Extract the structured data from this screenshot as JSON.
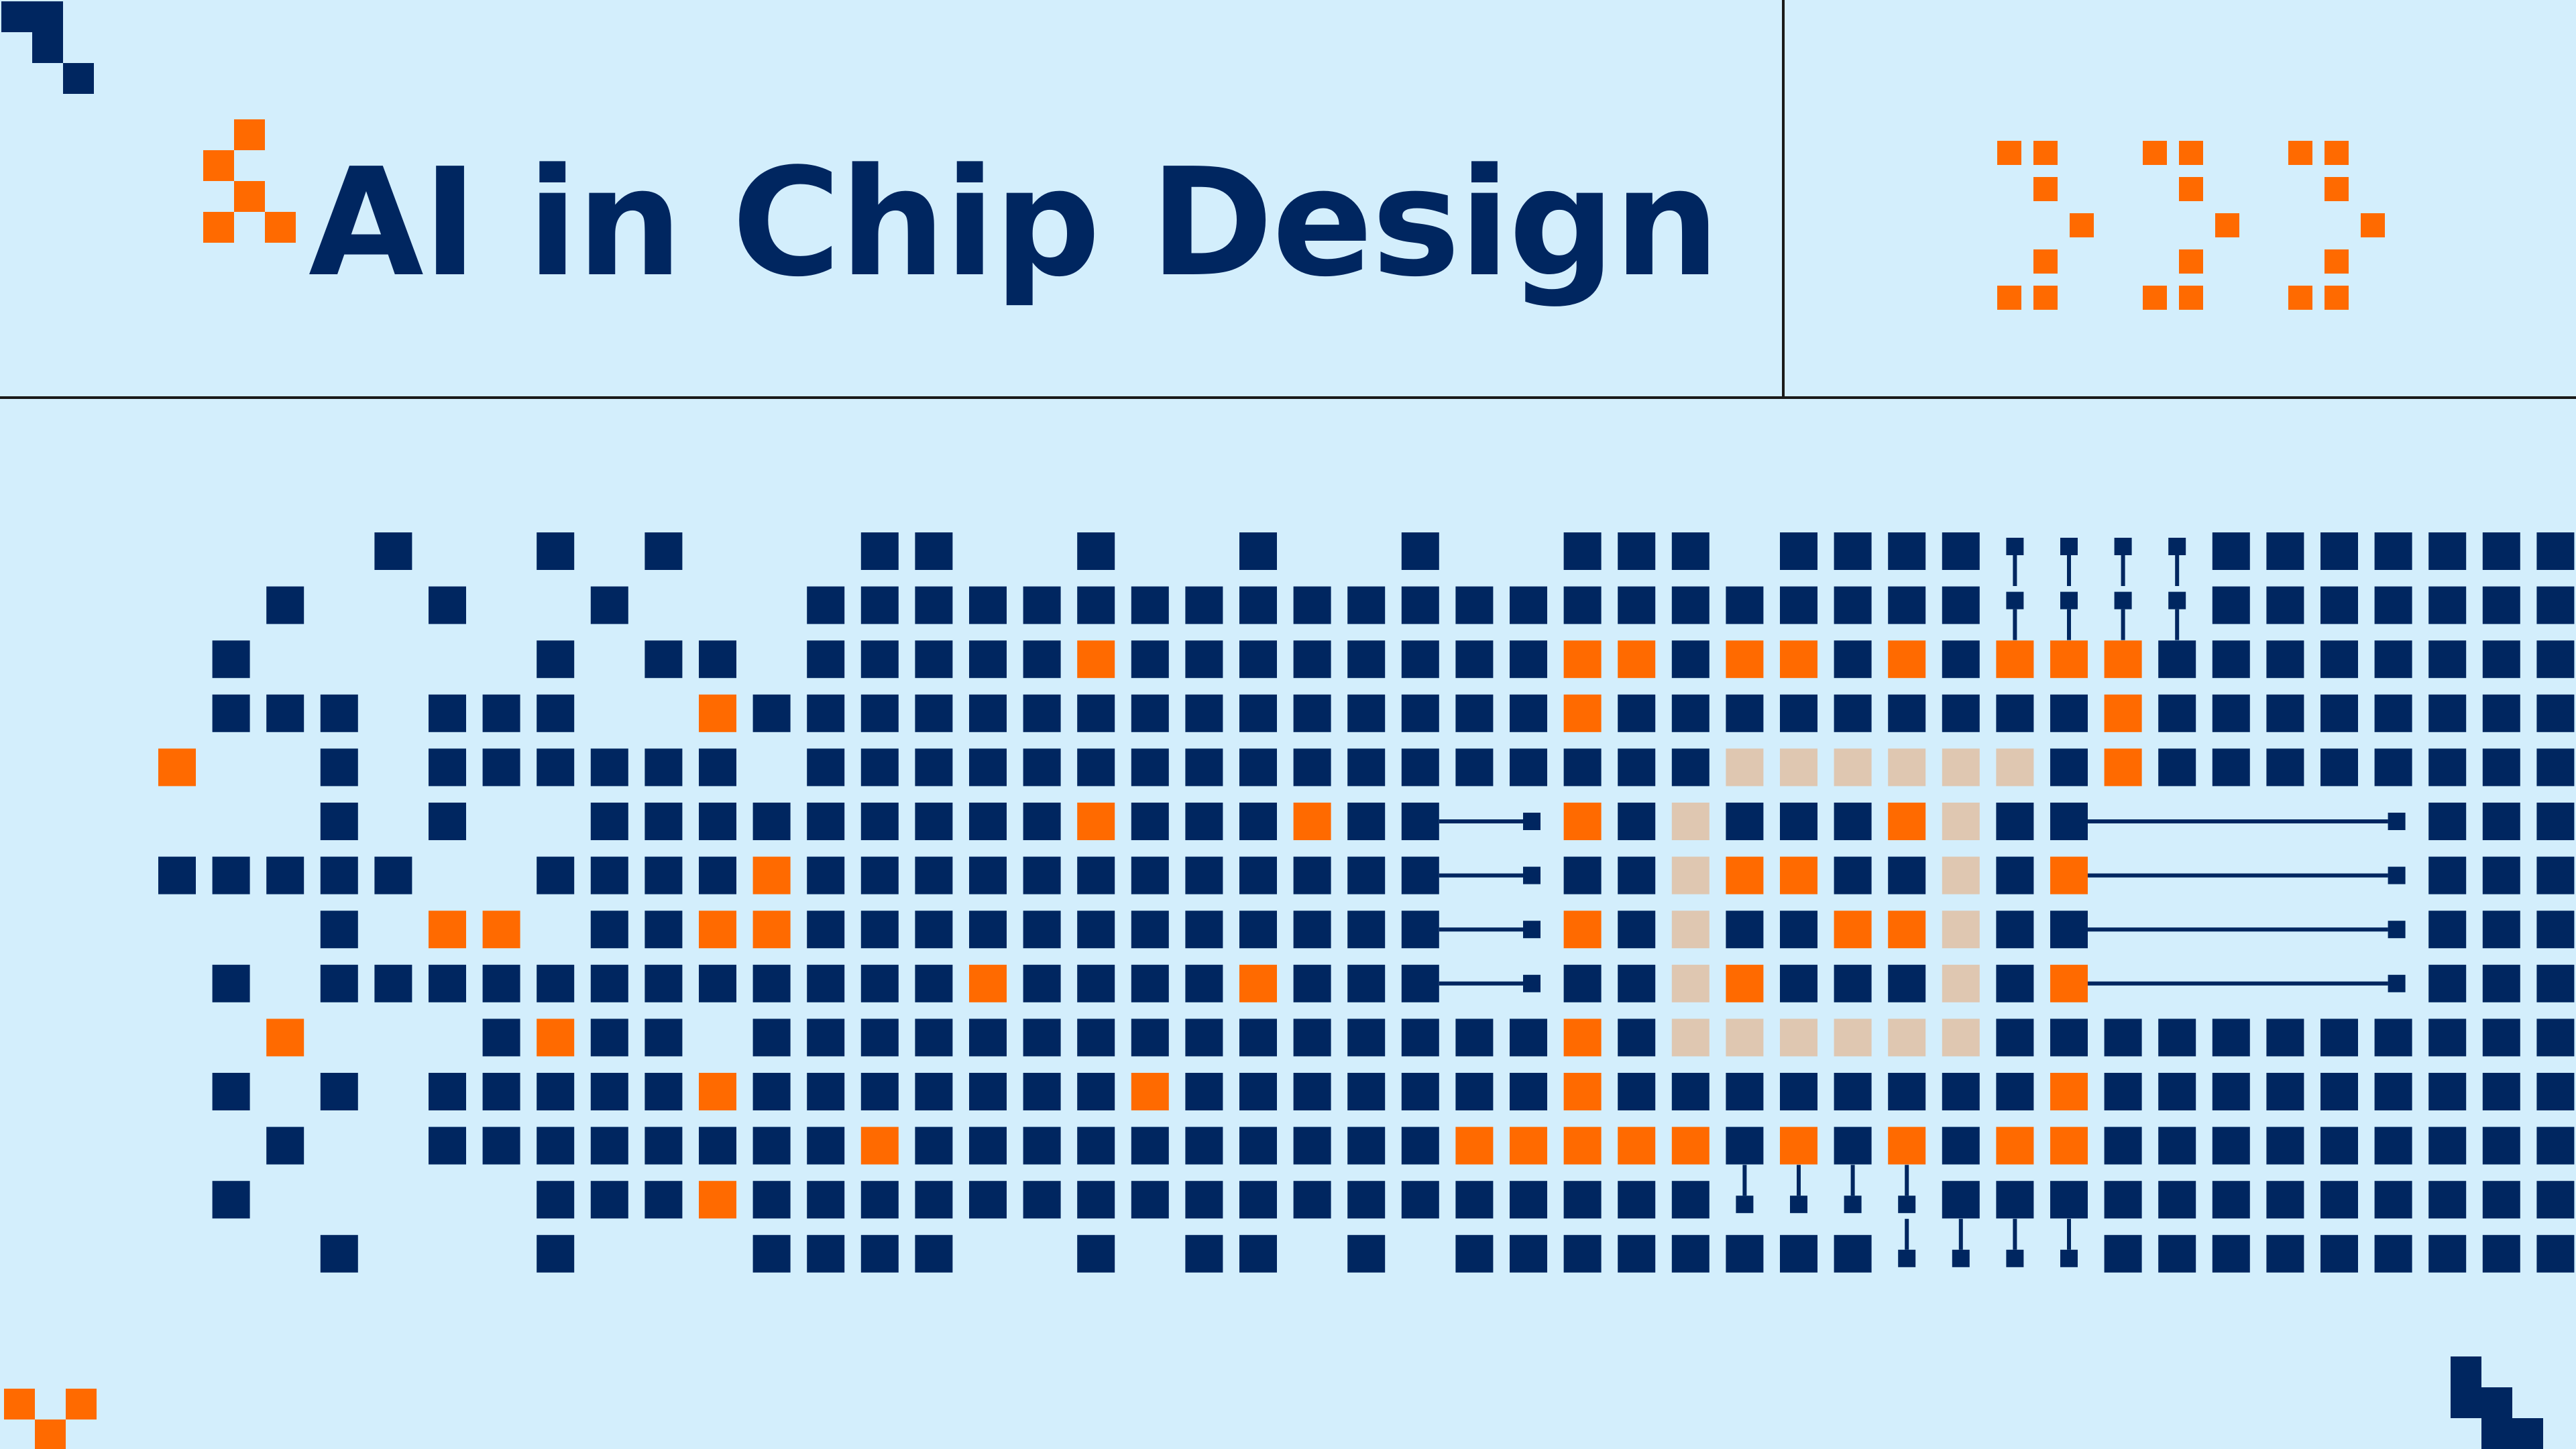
{
  "title": "AI in Chip Design",
  "colors": {
    "background": "#d3eefc",
    "navy": "#002660",
    "orange": "#ff6a00",
    "beige": "#dfc7b1",
    "divider": "#1a1a1a"
  },
  "grid": [
    "....N..N.N...NN..N..N..N..NNN.NNNNPPPPNNNNNNNN",
    "..N..N..N...NNNNNNNNNNNNNNNNNNNNNNVVVVNNNNNNNN",
    ".N.....N.NN.NNNNNONNNNNNNNOONOONONOOONNNNNNNNN",
    ".NNN.NNN..ONNNNNNNNNNNNNNNONNNNNNNNNONNNNNNNNN",
    "O..N.NNNNNN.NNNNNNNNNNNNNNNNNBBBBBBNONNNNNNNNN",
    "...N.N..NNNNNNNNNONNNONNPPONBNNNOBNNPPPPPPNNNN",
    "NNNNN..NNNNONNNNNNNNNNNNPPNNBOONNBNOPPPPPPNNNN",
    "...N.OO.NNOONNNNNNNNNNNNPPONBNNOOBNNPPPPPPNNNN",
    ".N.NNNNNNNNNNNNONNNNONNNPPNNBONNNBNOPPPPPPNNNN",
    "..O...NONN.NNNNNNNNNNNNNNNONBBBBBBNNNNNNNNNNNN",
    ".N.N.NNNNNONNNNNNNONNNNNNNONNNNNNNNONNNNNNNNNN",
    "..N..NNNNNNNNONNNNNNNNNNOOOOONONONOONNNNNNNNNN",
    ".N.....NNNONNNNNNNNNNNNNNNNNNVVVVNNNNNNNNNNNNN",
    "...N...N...NNNN..N.NN.N.NNNNNNNNPPPPNNNNNNNNNN"
  ],
  "decorations": {
    "corner_top_left": [
      "NN.",
      ".N.",
      "..N"
    ],
    "corner_bottom_left": [
      "O.O",
      ".O."
    ],
    "corner_bottom_right": [
      "N..",
      "NN.",
      ".NN",
      "NNN"
    ],
    "logo_mark": [
      ".O",
      "O.",
      ".O",
      "O.O"
    ],
    "chevron_group_count": 3
  }
}
